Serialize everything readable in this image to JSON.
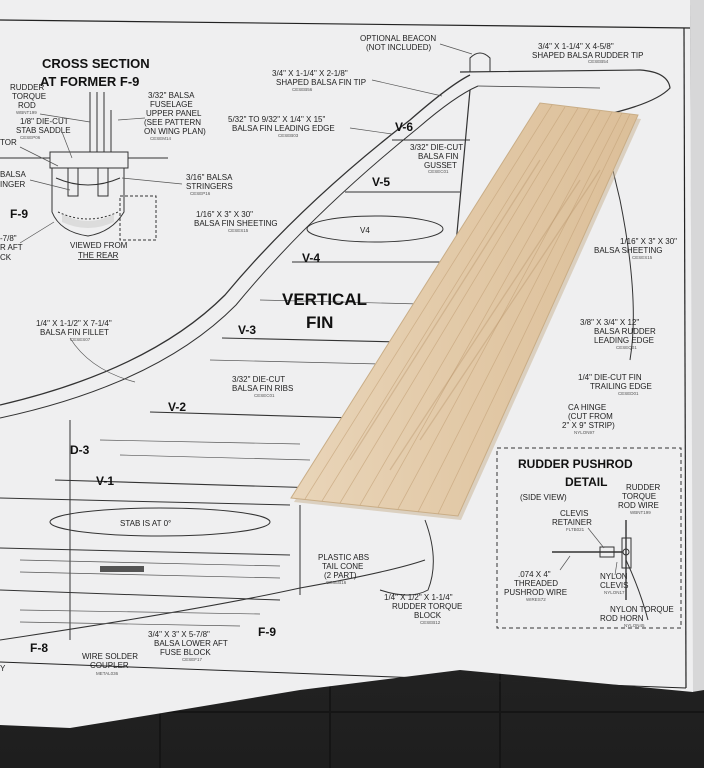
{
  "colors": {
    "paper": "#efeff0",
    "ink": "#222222",
    "balsa_light": "#e8d3b6",
    "balsa_dark": "#d6b994",
    "floor_dark": "#2b2b2b"
  },
  "section": {
    "title_1": "CROSS SECTION",
    "title_2": "AT FORMER F-9",
    "rudder_torque_rod": [
      "RUDDER",
      "TORQUE",
      "ROD"
    ],
    "rudder_torque_rod_code": "WBNT199",
    "die_cut_saddle": [
      "1/8\" DIE-CUT",
      "STAB SADDLE"
    ],
    "die_cut_saddle_code": "CESEP06",
    "fuselage_panel": [
      "3/32\" BALSA",
      "FUSELAGE",
      "UPPER PANEL",
      "(SEE PATTERN",
      "ON WING PLAN)"
    ],
    "fuselage_panel_code": "CESEM14",
    "stringers": [
      "3/16\" BALSA",
      "STRINGERS"
    ],
    "stringers_code": "CESEP16",
    "partial_tor": "TOR",
    "partial_balsa": "BALSA",
    "partial_inger": "INGER",
    "former": "F-9",
    "partial_aft_1": "-7/8\"",
    "partial_aft_2": "R AFT",
    "partial_ck": "CK",
    "viewed_1": "VIEWED FROM",
    "viewed_2": "THE REAR"
  },
  "fin": {
    "beacon": [
      "OPTIONAL BEACON",
      "(NOT INCLUDED)"
    ],
    "rudder_tip": [
      "3/4\" X 1-1/4\" X 4-5/8\"",
      "SHAPED BALSA RUDDER TIP"
    ],
    "rudder_tip_code": "CESEB54",
    "fin_tip": [
      "3/4\" X 1-1/4\" X 2-1/8\"",
      "SHAPED BALSA FIN TIP"
    ],
    "fin_tip_code": "CESEB56",
    "leading_edge": [
      "5/32\" TO 9/32\" X 1/4\" X 15\"",
      "BALSA FIN LEADING EDGE"
    ],
    "leading_edge_code": "CESEB03",
    "gusset": [
      "3/32\" DIE-CUT",
      "BALSA FIN",
      "GUSSET"
    ],
    "gusset_code": "CESEC01",
    "sheeting_left": [
      "1/16\" X 3\" X 30\"",
      "BALSA FIN SHEETING"
    ],
    "sheeting_left_code": "CESES15",
    "sheeting_right": [
      "1/16\" X 3\" X 30\"",
      "BALSA SHEETING"
    ],
    "sheeting_right_code": "CESES15",
    "ribs": [
      "3/32\" DIE-CUT",
      "BALSA FIN RIBS"
    ],
    "ribs_code": "CESEC01",
    "fillet": [
      "1/4\" X 1-1/2\" X 7-1/4\"",
      "BALSA FIN FILLET"
    ],
    "fillet_code": "CESES07",
    "rudder_le": [
      "3/8\" X 3/4\" X 12\"",
      "BALSA RUDDER",
      "LEADING EDGE"
    ],
    "rudder_le_code": "CESEQ01",
    "fin_te": [
      "1/4\" DIE-CUT FIN",
      "TRAILING EDGE"
    ],
    "fin_te_code": "CESED01",
    "hinge": [
      "CA HINGE",
      "(CUT FROM",
      "2\" X 9\" STRIP)"
    ],
    "hinge_code": "NYLON97",
    "title_1": "VERTICAL",
    "title_2": "FIN",
    "ribs_labels": [
      "V-6",
      "V-5",
      "V4",
      "V-4",
      "V-3",
      "V-2",
      "V-1"
    ],
    "d3": "D-3",
    "stab": "STAB IS AT 0°",
    "tail_cone": [
      "PLASTIC ABS",
      "TAIL CONE",
      "(2 PART)"
    ],
    "tail_cone_code": "CESEB16",
    "torque_block": [
      "1/4\" X 1/2\" X 1-1/4\"",
      "RUDDER TORQUE",
      "BLOCK"
    ],
    "torque_block_code": "CESEB12",
    "coupler": [
      "WIRE SOLDER",
      "COUPLER"
    ],
    "coupler_code": "METAL036",
    "fuse_block": [
      "3/4\" X 3\" X 5-7/8\"",
      "BALSA LOWER AFT",
      "FUSE BLOCK"
    ],
    "fuse_block_code": "CESEF17",
    "f8": "F-8",
    "f9": "F-9",
    "partial_y": "Y"
  },
  "pushrod": {
    "title_1": "RUDDER PUSHROD",
    "title_2": "DETAIL",
    "side_view": "(SIDE VIEW)",
    "torque_wire": [
      "RUDDER",
      "TORQUE",
      "ROD WIRE"
    ],
    "torque_wire_code": "WBNT199",
    "clevis_retainer": [
      "CLEVIS",
      "RETAINER"
    ],
    "clevis_retainer_code": "FLTB021",
    "threaded_wire": [
      ".074 X 4\"",
      "THREADED",
      "PUSHROD WIRE"
    ],
    "threaded_wire_code": "WIRES72",
    "nylon_clevis": [
      "NYLON",
      "CLEVIS"
    ],
    "nylon_clevis_code": "NYLON17",
    "horn": [
      "NYLON TORQUE",
      "ROD HORN"
    ],
    "horn_code": "NYLON45"
  }
}
